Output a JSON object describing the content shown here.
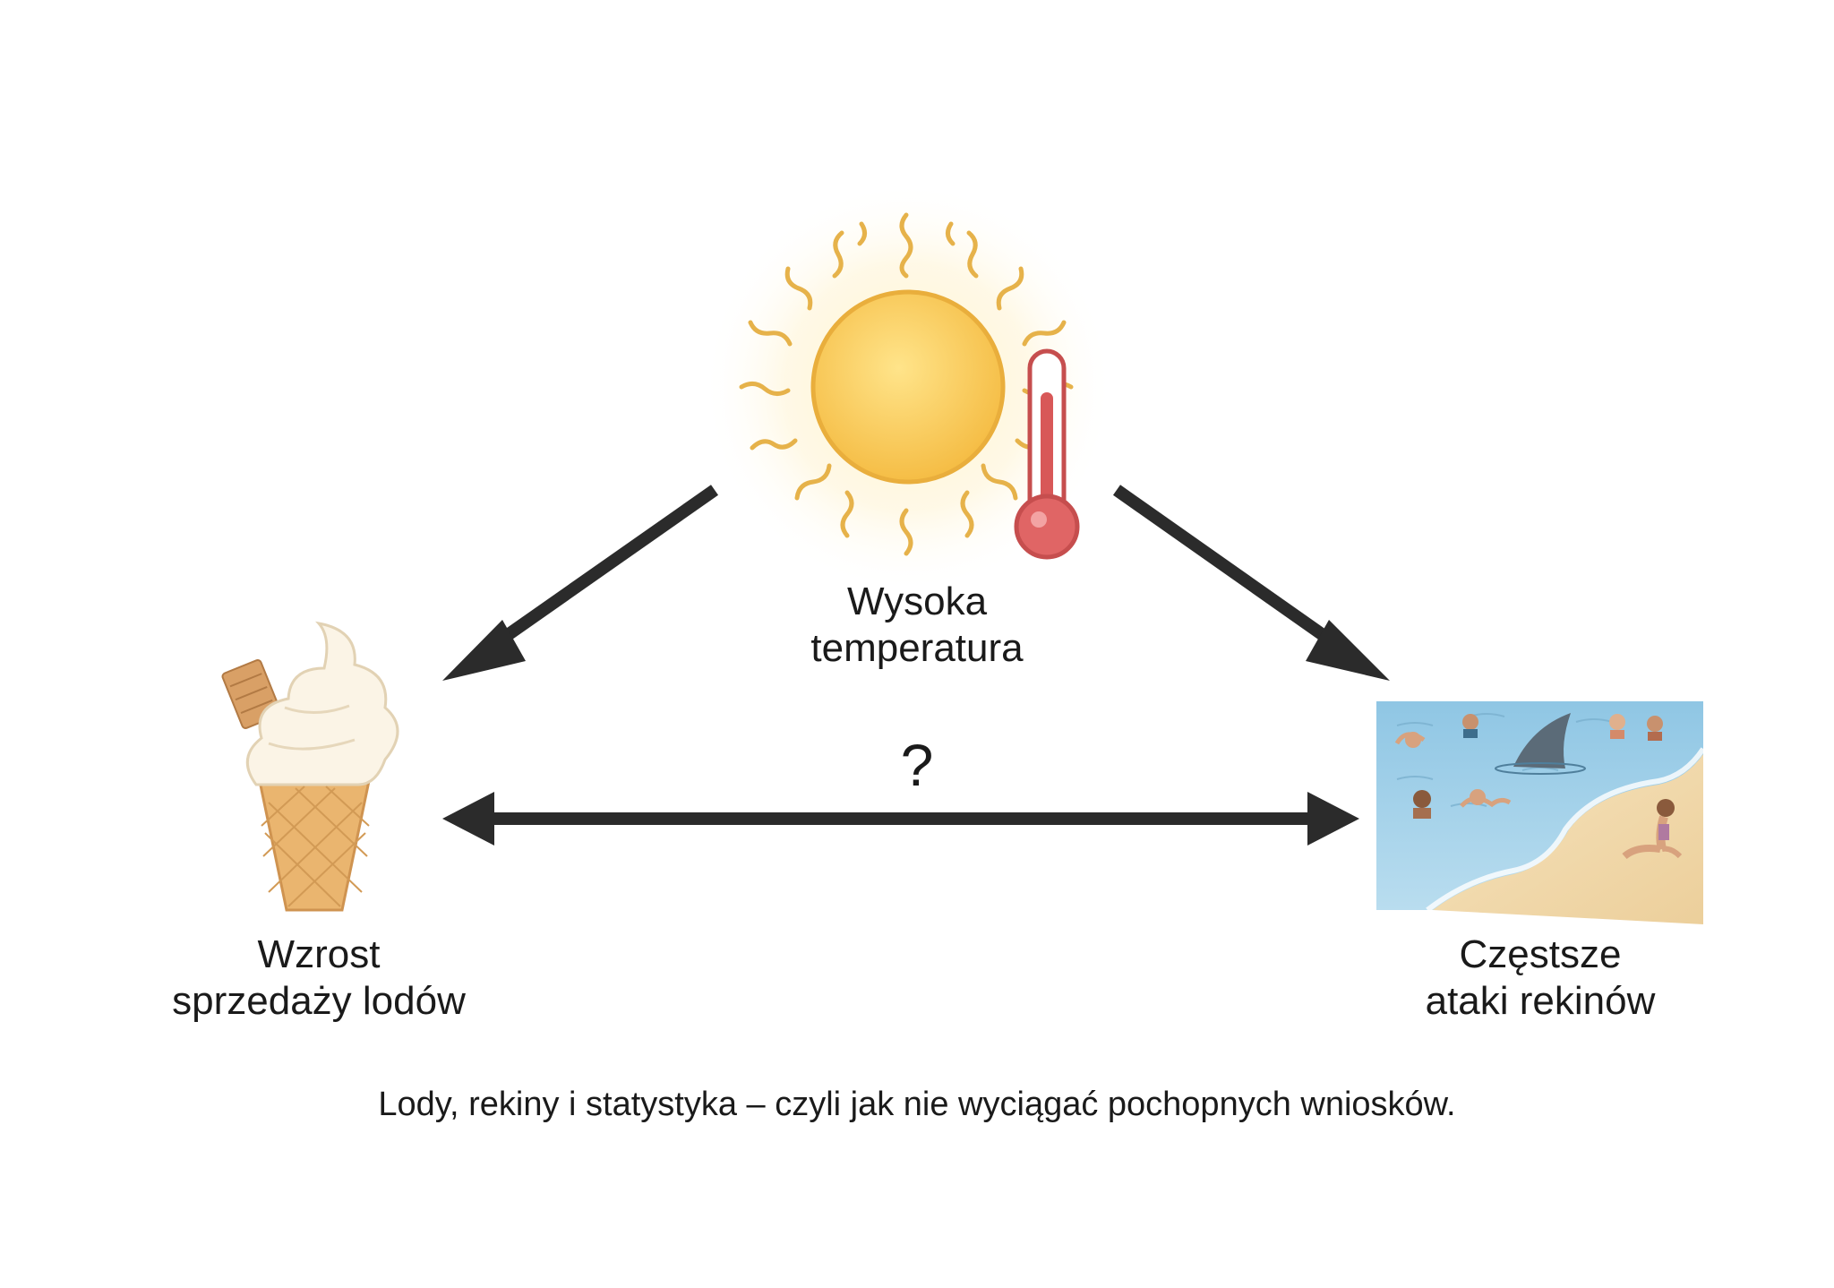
{
  "nodes": {
    "top": {
      "line1": "Wysoka",
      "line2": "temperatura"
    },
    "left": {
      "line1": "Wzrost",
      "line2": "sprzedaży lodów"
    },
    "right": {
      "line1": "Częstsze",
      "line2": "ataki rekinów"
    }
  },
  "edges": {
    "question_mark": "?"
  },
  "caption": "Lody, rekiny i statystyka – czyli jak nie wyciągać pochopnych wniosków.",
  "colors": {
    "arrow": "#2b2b2b",
    "sun": "#f7c24a",
    "sun_ray": "#e8b245",
    "thermometer_red": "#d95c5c",
    "water": "#a9d3ea",
    "sand": "#f3dcb2",
    "cone": "#e7b26e"
  },
  "icons": [
    "sun-icon",
    "thermometer-icon",
    "ice-cream-icon",
    "beach-shark-illustration"
  ]
}
